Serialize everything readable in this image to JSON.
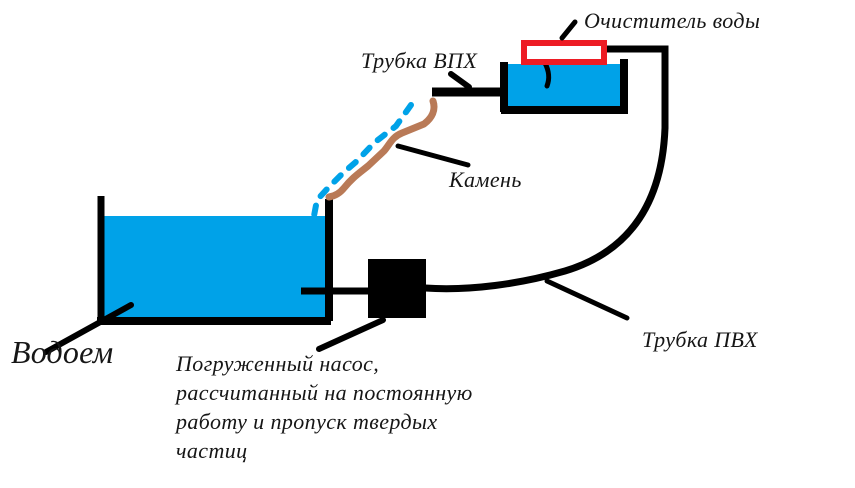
{
  "diagram": {
    "title": "Pond water filtration scheme (hand-drawn)",
    "labels": {
      "purifier": "Очиститель воды",
      "tube_top": "Трубка ВПХ",
      "stone": "Камень",
      "pond": "Водоем",
      "pump": "Погруженный насос,\nрассчитанный на постоянную\nработу и пропуск твердых\nчастиц",
      "tube_pvc": "Трубка ПВХ"
    },
    "colors": {
      "water": "#00A2E8",
      "stone": "#B97A57",
      "purifier_outline": "#ED1C24",
      "ink": "#000000",
      "text": "#161616",
      "background": "#FFFFFF"
    }
  }
}
